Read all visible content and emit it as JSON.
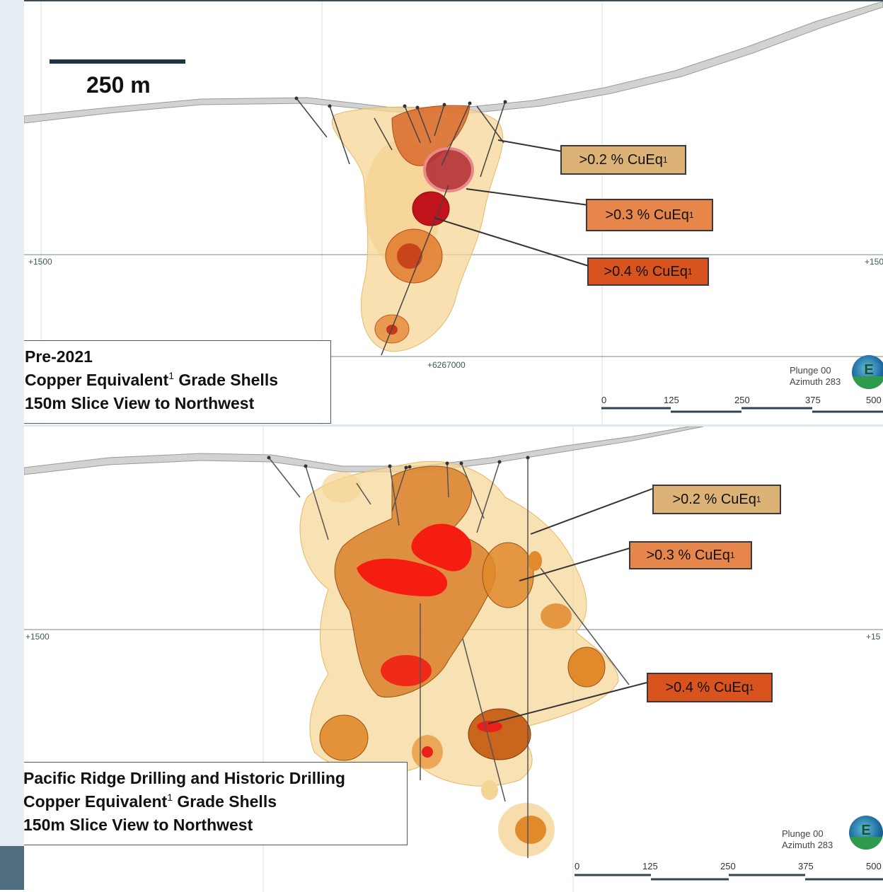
{
  "top_panel": {
    "scale_label": "250 m",
    "elevation_left": "+1500",
    "elevation_right": "+150",
    "northing": "+6267000",
    "caption_line1": "Pre-2021",
    "caption_line2_pre": "Copper Equivalent",
    "caption_line2_sup": "1",
    "caption_line2_post": " Grade Shells",
    "caption_line3": "150m Slice View to Northwest",
    "plunge": "Plunge 00",
    "azimuth": "Azimuth 283",
    "compass_letter": "E",
    "scale_ticks": [
      "0",
      "125",
      "250",
      "375",
      "500"
    ]
  },
  "bottom_panel": {
    "elevation_left": "+1500",
    "elevation_right": "+15",
    "caption_line1": "Pacific Ridge Drilling and Historic Drilling",
    "caption_line2_pre": "Copper Equivalent",
    "caption_line2_sup": "1",
    "caption_line2_post": " Grade Shells",
    "caption_line3": "150m Slice View to Northwest",
    "plunge": "Plunge 00",
    "azimuth": "Azimuth 283",
    "compass_letter": "E",
    "scale_ticks": [
      "0",
      "125",
      "250",
      "375",
      "500"
    ]
  },
  "grade_labels": {
    "l02": ">0.2 % CuEq",
    "l03": ">0.3 % CuEq",
    "l04": ">0.4 % CuEq",
    "sup": "1"
  },
  "colors": {
    "shell_02": "#f5d596",
    "shell_03": "#e08a2c",
    "shell_04": "#e8201a",
    "label_02": "#dcb277",
    "label_03": "#e7864a",
    "label_04": "#d9531f"
  }
}
